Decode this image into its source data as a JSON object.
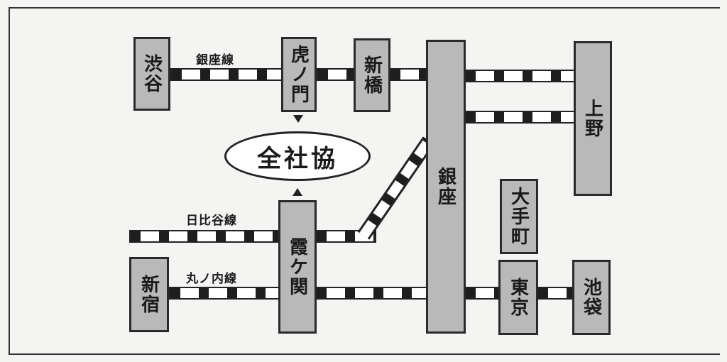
{
  "destination": "全社協",
  "lines": {
    "ginza": "銀座線",
    "hibiya": "日比谷線",
    "marunouchi": "丸ノ内線"
  },
  "stations": {
    "shibuya": "渋谷",
    "toranomon": "虎ノ門",
    "shinbashi": "新橋",
    "ginza": "銀座",
    "ueno": "上野",
    "kasumigaseki": "霞ケ関",
    "otemachi": "大手町",
    "shinjuku": "新宿",
    "tokyo": "東京",
    "ikebukuro": "池袋"
  },
  "colors": {
    "station_fill": "#b9b9b9",
    "track_dark": "#1e1e1e",
    "track_light": "#ffffff",
    "background": "#f4f4f2"
  }
}
